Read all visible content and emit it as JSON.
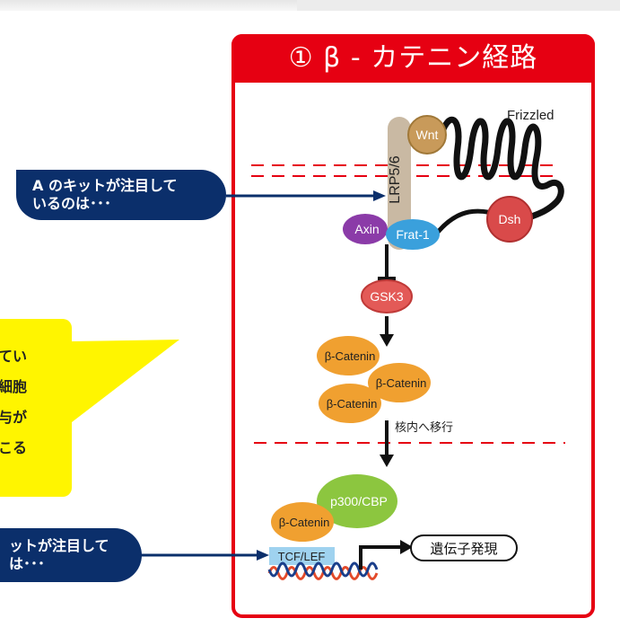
{
  "title": "① β - カテニン経路",
  "callout_a": [
    "A のキットが注目して",
    "いるのは･･･"
  ],
  "callout_b": [
    "ットが注目して",
    "は･･･"
  ],
  "note_lines": [
    "てい",
    "細胞",
    "与が",
    "こる"
  ],
  "labels": {
    "frizzled": "Frizzled",
    "wnt": "Wnt",
    "lrp": "LRP5/6",
    "dsh": "Dsh",
    "axin": "Axin",
    "frat": "Frat-1",
    "gsk3": "GSK3",
    "catenin1": "β-Catenin",
    "catenin2": "β-Catenin",
    "catenin3": "β-Catenin",
    "nuclear": "核内へ移行",
    "p300": "p300/CBP",
    "catenin4": "β-Catenin",
    "tcf": "TCF/LEF",
    "gene": "遺伝子発現"
  },
  "colors": {
    "red": "#e60012",
    "navy": "#0b2f6b",
    "yellow": "#fff500",
    "orange": "#f0a030",
    "green": "#8cc63f",
    "blue": "#3aa0dc",
    "purple": "#8b3ba8",
    "gsk": "#e35a57",
    "wnt": "#c89a5a"
  }
}
